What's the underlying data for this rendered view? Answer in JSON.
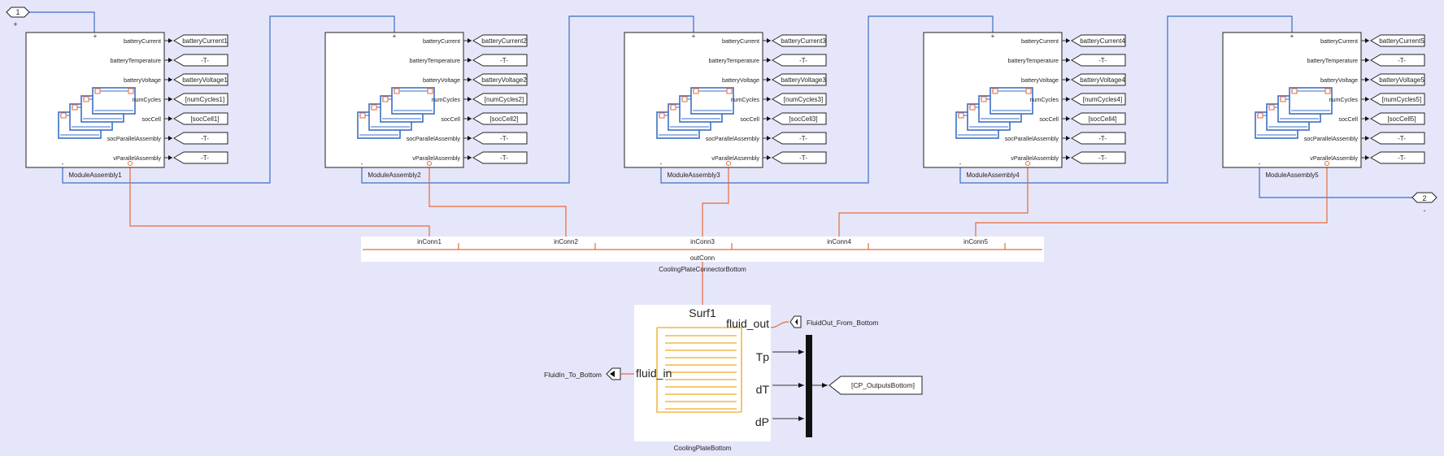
{
  "ports": {
    "in1": {
      "label": "1",
      "sign": "+"
    },
    "out2": {
      "label": "2",
      "sign": "-"
    }
  },
  "module_ports": [
    "batteryCurrent",
    "batteryTemperature",
    "batteryVoltage",
    "numCycles",
    "socCell",
    "socParallelAssembly",
    "vParallelAssembly"
  ],
  "modules": [
    {
      "name": "ModuleAssembly1",
      "tags": [
        "batteryCurrent1",
        "-T-",
        "batteryVoltage1",
        "[numCycles1]",
        "[socCell1]",
        "-T-",
        "-T-"
      ]
    },
    {
      "name": "ModuleAssembly2",
      "tags": [
        "batteryCurrent2",
        "-T-",
        "batteryVoltage2",
        "[numCycles2]",
        "[socCell2]",
        "-T-",
        "-T-"
      ]
    },
    {
      "name": "ModuleAssembly3",
      "tags": [
        "batteryCurrent3",
        "-T-",
        "batteryVoltage3",
        "[numCycles3]",
        "[socCell3]",
        "-T-",
        "-T-"
      ]
    },
    {
      "name": "ModuleAssembly4",
      "tags": [
        "batteryCurrent4",
        "-T-",
        "batteryVoltage4",
        "[numCycles4]",
        "[socCell4]",
        "-T-",
        "-T-"
      ]
    },
    {
      "name": "ModuleAssembly5",
      "tags": [
        "batteryCurrent5",
        "-T-",
        "batteryVoltage5",
        "[numCycles5]",
        "[socCell5]",
        "-T-",
        "-T-"
      ]
    }
  ],
  "connector": {
    "name": "CoolingPlateConnectorBottom",
    "inputs": [
      "inConn1",
      "inConn2",
      "inConn3",
      "inConn4",
      "inConn5"
    ],
    "output": "outConn"
  },
  "plate": {
    "name": "CoolingPlateBottom",
    "surf": "Surf1",
    "fluid_out": "fluid_out",
    "fluid_in": "fluid_in",
    "outputs": [
      "Tp",
      "dT",
      "dP"
    ]
  },
  "from_tag": "FluidIn_To_Bottom",
  "goto_out": "FluidOut_From_Bottom",
  "goto_cp": "[CP_OutputsBottom]",
  "colors": {
    "background": "#e6e6fa",
    "electrical": "#3b6fc4",
    "thermal": "#e66a3a",
    "plate": "#f2b84b"
  }
}
